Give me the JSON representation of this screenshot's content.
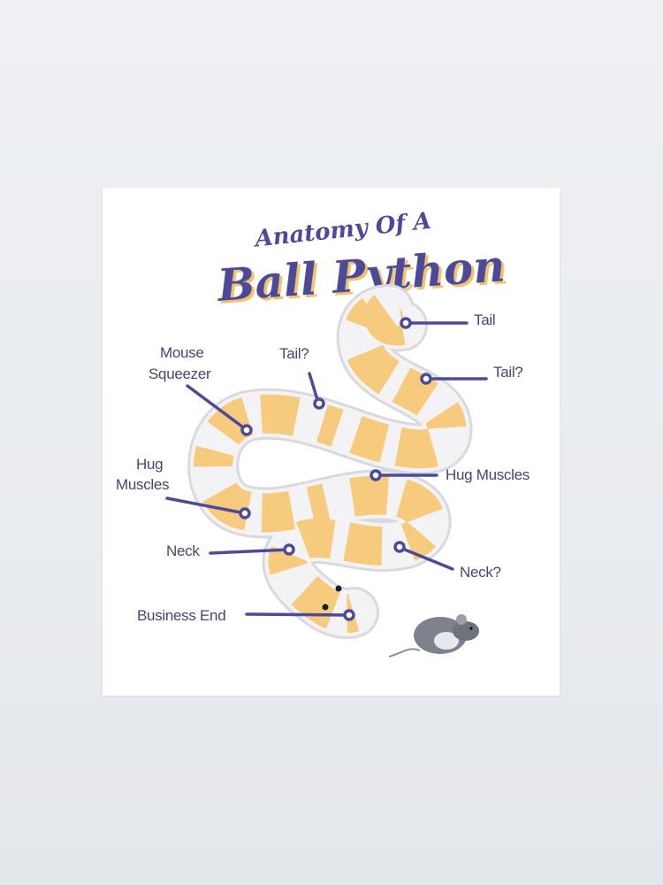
{
  "poster": {
    "title_line1": "Anatomy Of A",
    "title_line2": "Ball Python",
    "labels": {
      "tail": "Tail",
      "tail_q_right": "Tail?",
      "tail_q_top": "Tail?",
      "mouse_squeezer_1": "Mouse",
      "mouse_squeezer_2": "Squeezer",
      "hug_muscles_left_1": "Hug",
      "hug_muscles_left_2": "Muscles",
      "hug_muscles_right": "Hug Muscles",
      "neck": "Neck",
      "neck_q": "Neck?",
      "business_end": "Business End"
    },
    "colors": {
      "accent": "#4e4a9a",
      "snake_pattern": "#f5b94a",
      "snake_base": "#eeeef2"
    }
  }
}
